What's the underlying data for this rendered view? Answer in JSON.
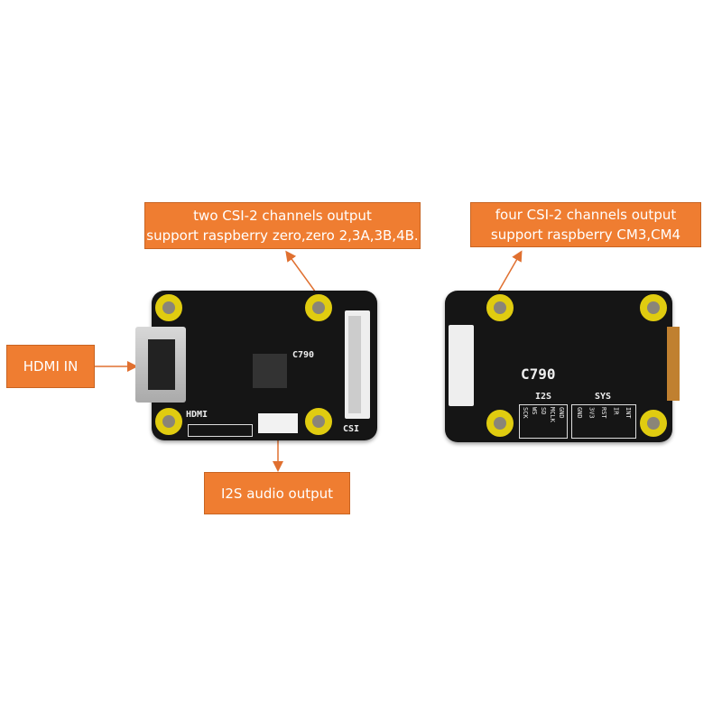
{
  "callouts": {
    "hdmi_in": "HDMI IN",
    "two_csi_line1": "two CSI-2 channels output",
    "two_csi_line2": "support raspberry zero,zero 2,3A,3B,4B.",
    "four_csi_line1": "four CSI-2 channels output",
    "four_csi_line2": "support raspberry CM3,CM4",
    "i2s_audio": "I2S audio output"
  },
  "colors": {
    "callout": "#ef7d31",
    "board": "#151515",
    "pad": "#e6d200"
  },
  "front_board": {
    "chip": "C790",
    "hdmi": "HDMI",
    "csi": "CSI"
  },
  "back_board": {
    "chip": "C790",
    "i2s": "I2S",
    "sys": "SYS",
    "i2s_pins": [
      "SCK",
      "WS",
      "SD",
      "MCLK",
      "GND"
    ],
    "sys_pins": [
      "GND",
      "3V3",
      "RST",
      "IR",
      "INT"
    ]
  }
}
